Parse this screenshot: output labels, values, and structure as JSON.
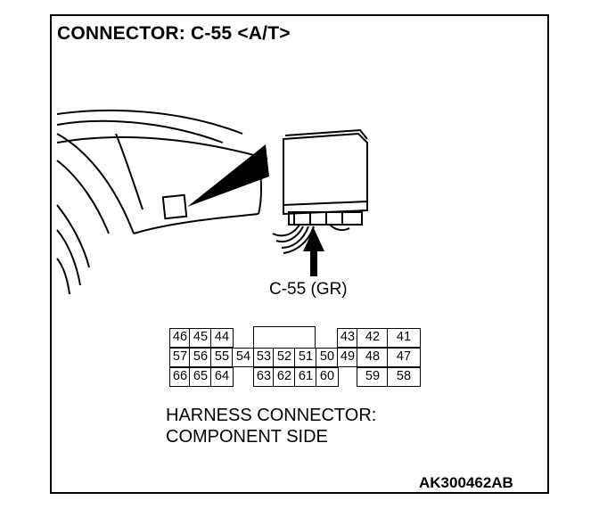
{
  "title": "CONNECTOR: C-55 <A/T>",
  "callout_label": "C-55 (GR)",
  "connector_face": {
    "rows": [
      [
        "46",
        "45",
        "44",
        "43",
        "42",
        "41"
      ],
      [
        "57",
        "56",
        "55",
        "54",
        "53",
        "52",
        "51",
        "50",
        "49",
        "48",
        "47"
      ],
      [
        "66",
        "65",
        "64",
        "63",
        "62",
        "61",
        "60",
        "59",
        "58"
      ]
    ],
    "caption_line1": "HARNESS CONNECTOR:",
    "caption_line2": "COMPONENT SIDE"
  },
  "figure_code": "AK300462AB"
}
